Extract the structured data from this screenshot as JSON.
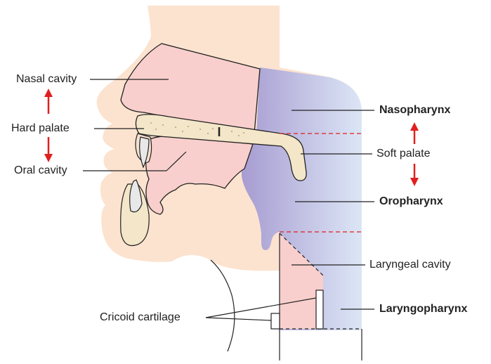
{
  "labels": {
    "nasal_cavity": "Nasal cavity",
    "hard_palate": "Hard palate",
    "oral_cavity": "Oral cavity",
    "cricoid_cartilage": "Cricoid cartilage",
    "nasopharynx": "Nasopharynx",
    "soft_palate": "Soft palate",
    "oropharynx": "Oropharynx",
    "laryngeal_cavity": "Laryngeal cavity",
    "laryngopharynx": "Laryngopharynx"
  },
  "colors": {
    "skin": "#fce3cf",
    "cavity_pink": "#f8cfcc",
    "pharynx_purple": "#b3abd8",
    "pharynx_blue": "#d1ddf2",
    "palate_bone": "#f3e6c9",
    "arrow_red": "#e0201e",
    "outline": "#222222"
  }
}
